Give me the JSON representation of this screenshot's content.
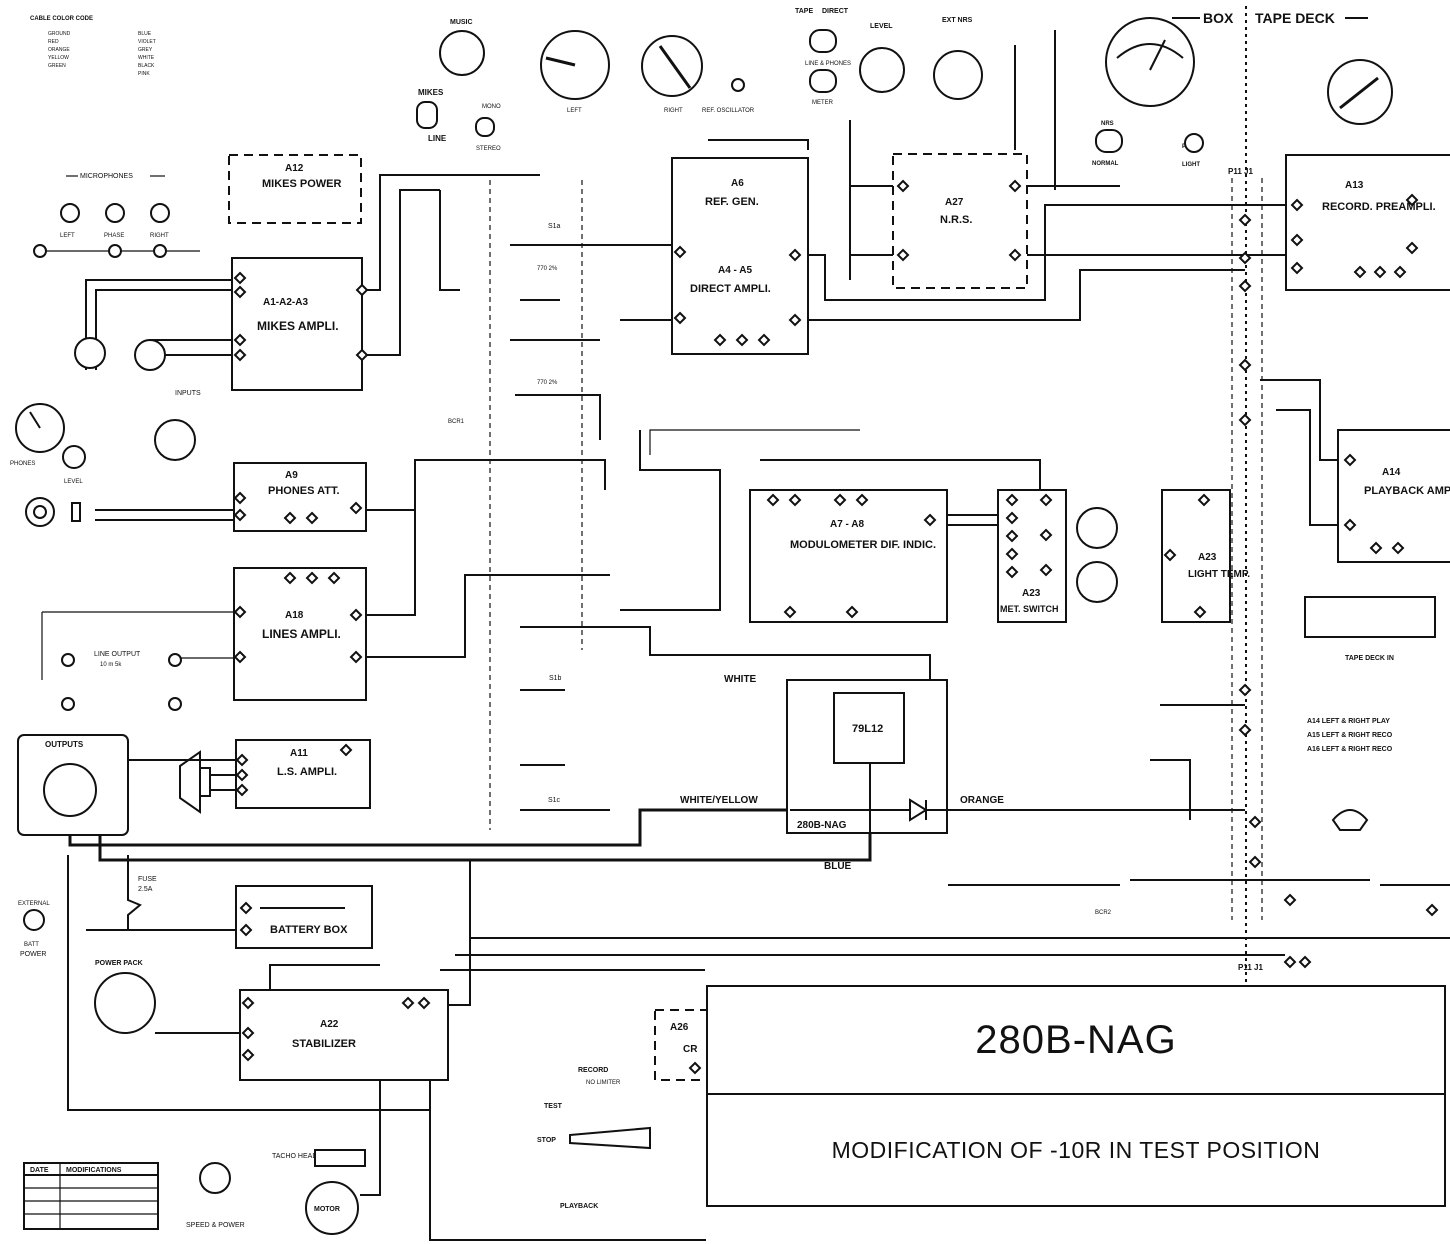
{
  "title_block": {
    "model": "280B-NAG",
    "subtitle": "MODIFICATION OF -10R IN TEST POSITION"
  },
  "header": {
    "box": "BOX",
    "tape_deck": "TAPE DECK"
  },
  "legend": {
    "title": "CABLE COLOR CODE",
    "left": [
      "GROUND",
      "RED",
      "ORANGE",
      "YELLOW",
      "GREEN"
    ],
    "right": [
      "BLUE",
      "VIOLET",
      "GREY",
      "WHITE",
      "BLACK",
      "PINK"
    ]
  },
  "modules": {
    "a12": {
      "ref": "A12",
      "name": "MIKES POWER"
    },
    "a1": {
      "ref": "A1-A2-A3",
      "name": "MIKES AMPLI."
    },
    "a9": {
      "ref": "A9",
      "name": "PHONES ATT."
    },
    "a18": {
      "ref": "A18",
      "name": "LINES AMPLI."
    },
    "a11": {
      "ref": "A11",
      "name": "L.S. AMPLI."
    },
    "a22": {
      "ref": "A22",
      "name": "STABILIZER"
    },
    "a6": {
      "ref": "A6",
      "name": "REF. GEN."
    },
    "a4": {
      "ref": "A4 - A5",
      "name": "DIRECT AMPLI."
    },
    "a27": {
      "ref": "A27",
      "name": "N.R.S."
    },
    "a13": {
      "ref": "A13",
      "name": "RECORD. PREAMPLI."
    },
    "a14": {
      "ref": "A14",
      "name": "PLAYBACK AMPLI."
    },
    "a7": {
      "ref": "A7 - A8",
      "name": "MODULOMETER DIF. INDIC."
    },
    "a23sw": {
      "ref": "A23",
      "name": "MET. SWITCH"
    },
    "a23lt": {
      "ref": "A23",
      "name": "LIGHT TEMP."
    },
    "reg": {
      "name": "79L12"
    },
    "nag": {
      "name": "280B-NAG"
    },
    "battery": {
      "name": "BATTERY BOX"
    },
    "a26": {
      "ref": "A26",
      "name": "CR"
    }
  },
  "labels": {
    "microphones": "MICROPHONES",
    "mic_left": "LEFT",
    "mic_phase": "PHASE",
    "mic_right": "RIGHT",
    "inputs": "INPUTS",
    "phones": "PHONES",
    "level": "LEVEL",
    "music": "MUSIC",
    "mikes": "MIKES",
    "line": "LINE",
    "mono": "MONO",
    "stereo": "STEREO",
    "left": "LEFT",
    "right": "RIGHT",
    "ref_osc": "REF. OSCILLATOR",
    "tape": "TAPE",
    "direct": "DIRECT",
    "line_phones": "LINE & PHONES",
    "meter": "METER",
    "level_knob": "LEVEL",
    "ext_nrs": "EXT NRS",
    "nrs": "NRS",
    "normal": "NORMAL",
    "press": "PRESS",
    "light": "LIGHT",
    "p11j1_top": "P11 J1",
    "p11j1_bot": "P11 J1",
    "line_output": "LINE OUTPUT",
    "line_output_sub": "10 m 5k",
    "outputs": "OUTPUTS",
    "fuse": "FUSE",
    "fuse_val": "2.5A",
    "external": "EXTERNAL",
    "batt": "BATT",
    "power": "POWER",
    "power_pack": "POWER PACK",
    "tacho_head": "TACHO HEAD",
    "motor": "MOTOR",
    "speed_power": "SPEED & POWER",
    "record": "RECORD",
    "no_limiter": "NO LIMITER",
    "test": "TEST",
    "stop": "STOP",
    "playback": "PLAYBACK",
    "white": "WHITE",
    "white_yellow": "WHITE/YELLOW",
    "orange": "ORANGE",
    "blue": "BLUE",
    "tape_deck_in": "TAPE DECK IN",
    "a14_note": "A14 LEFT & RIGHT PLAY",
    "a15_note": "A15 LEFT & RIGHT RECO",
    "a16_note": "A16 LEFT & RIGHT RECO",
    "bcr1": "BCR1",
    "bcr2": "BCR2",
    "s1a": "S1a",
    "s1b": "S1b",
    "s1c": "S1c",
    "res1": "770 2%",
    "res2": "770 2%",
    "modifications": "MODIFICATIONS",
    "date": "DATE"
  },
  "colors": {
    "ink": "#111111",
    "paper": "#ffffff"
  }
}
